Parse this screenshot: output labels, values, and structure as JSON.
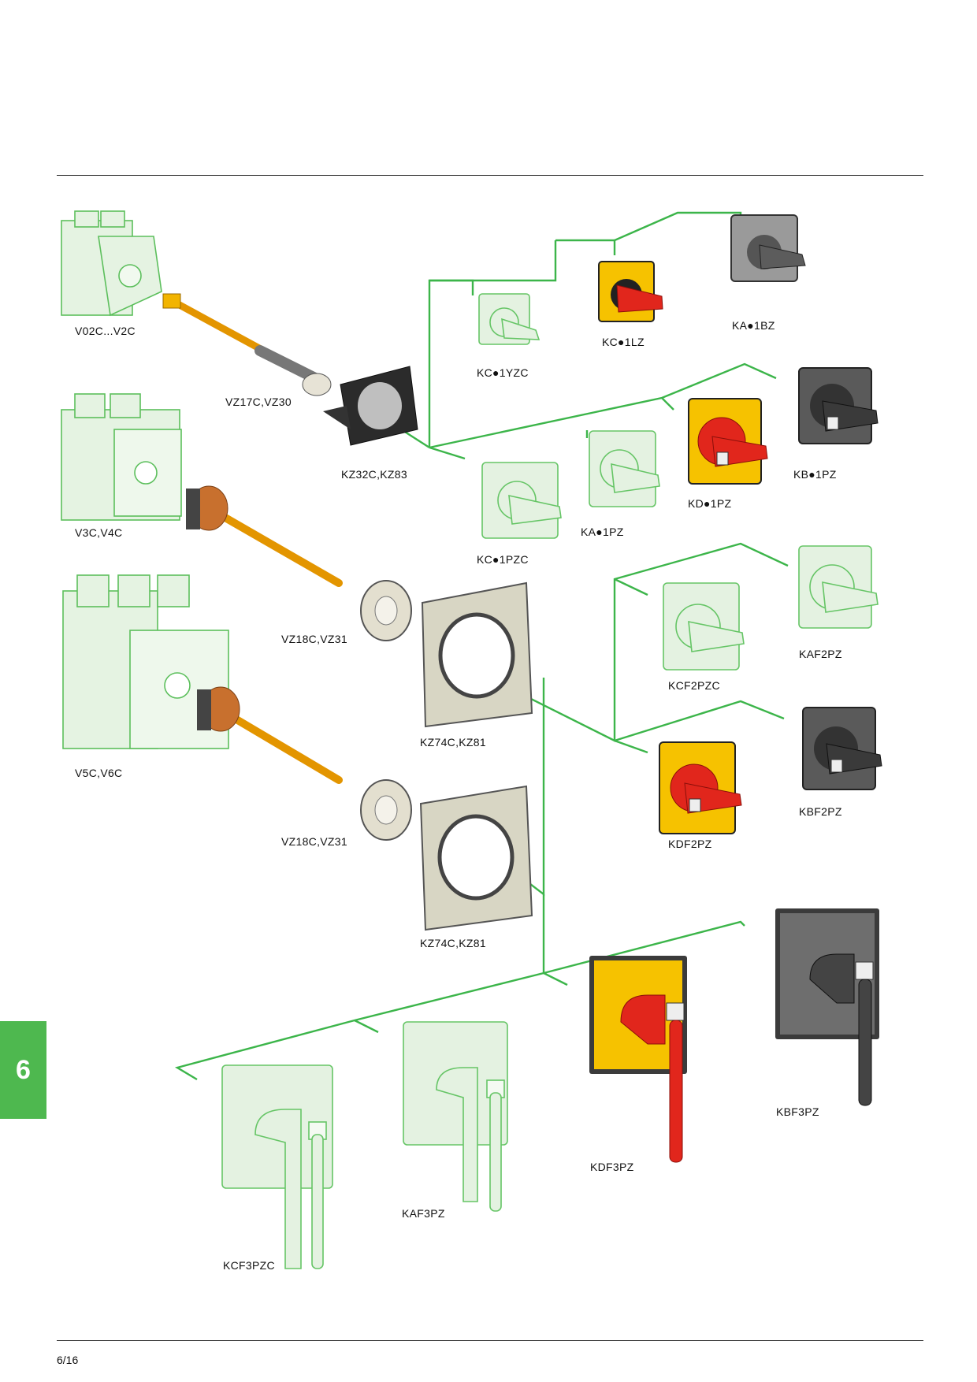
{
  "colors": {
    "line": "#3cb54a",
    "ghost": "#dff0dc",
    "ghost_stroke": "#66c566",
    "shaft": "#f2a900",
    "red": "#e1261c",
    "yellow": "#f6c200",
    "grey": "#8a8a8a",
    "dark": "#4d4d4d",
    "frame": "#d8d6c4",
    "tab": "#4eb84f"
  },
  "labels": {
    "v02c": "V02C...V2C",
    "vz17c": "VZ17C,VZ30",
    "kz32c": "KZ32C,KZ83",
    "v3c": "V3C,V4C",
    "vz18c_a": "VZ18C,VZ31",
    "kz74c_a": "KZ74C,KZ81",
    "v5c": "V5C,V6C",
    "vz18c_b": "VZ18C,VZ31",
    "kz74c_b": "KZ74C,KZ81",
    "kc1yzc": "KC●1YZC",
    "kc1lz": "KC●1LZ",
    "ka1bz": "KA●1BZ",
    "kc1pzc": "KC●1PZC",
    "ka1pz": "KA●1PZ",
    "kd1pz": "KD●1PZ",
    "kb1pz": "KB●1PZ",
    "kcf2pzc": "KCF2PZC",
    "kaf2pz": "KAF2PZ",
    "kdf2pz": "KDF2PZ",
    "kbf2pz": "KBF2PZ",
    "kcf3pzc": "KCF3PZC",
    "kaf3pz": "KAF3PZ",
    "kdf3pz": "KDF3PZ",
    "kbf3pz": "KBF3PZ"
  },
  "page": {
    "tab": "6",
    "number": "6/16"
  },
  "icons": [
    "switch-body-icon",
    "extension-shaft-icon",
    "adapter-plate-icon",
    "rotary-handle-icon"
  ]
}
